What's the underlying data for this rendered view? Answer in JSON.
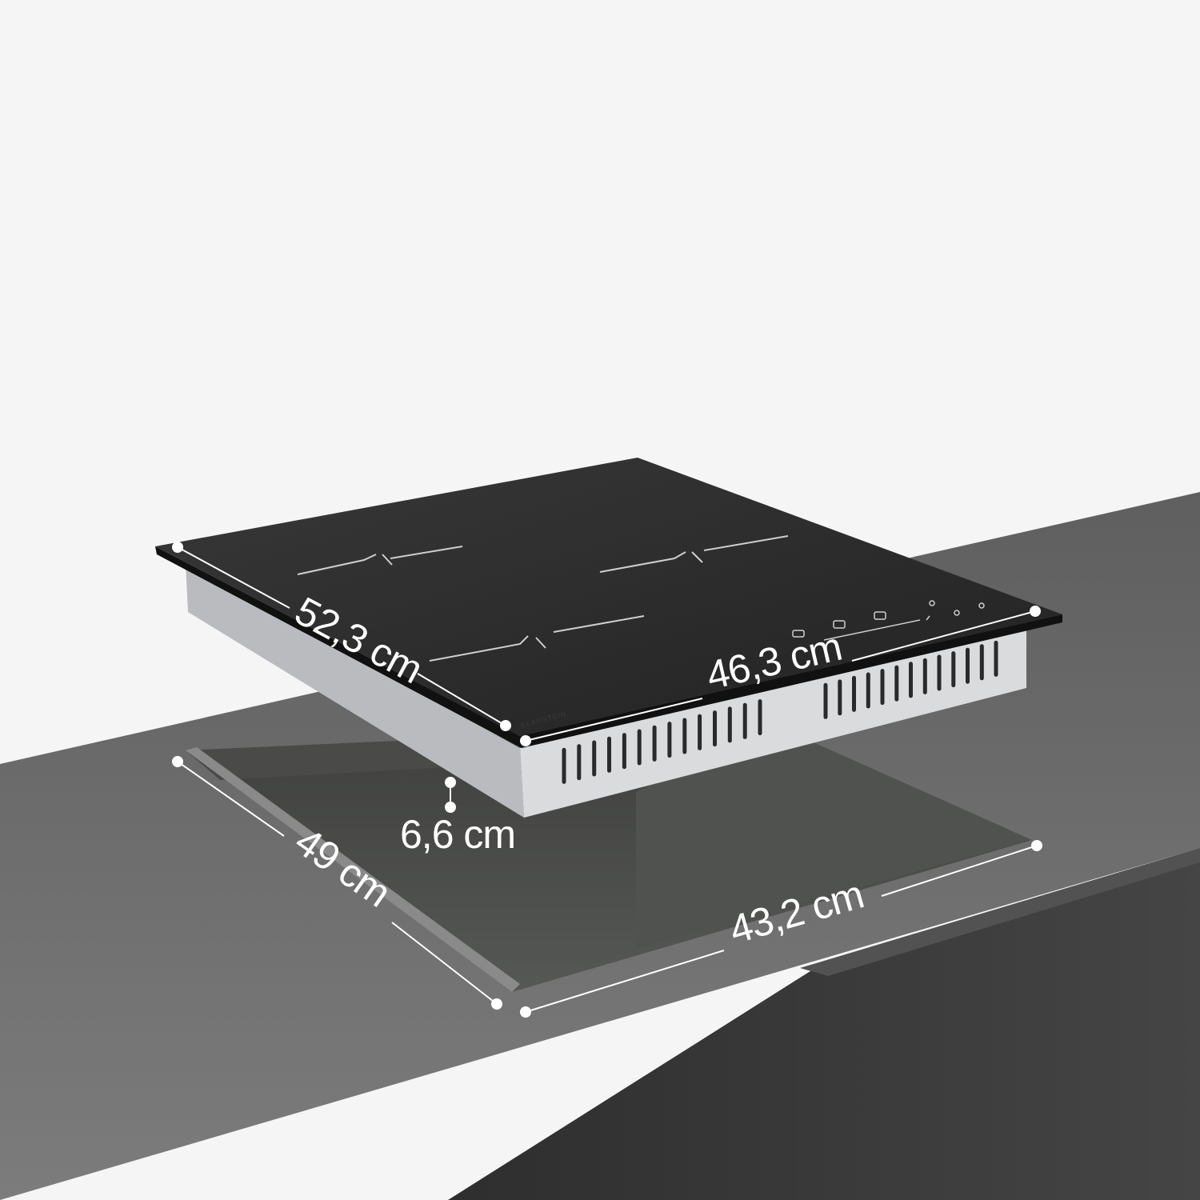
{
  "brand": "KLARSTEIN",
  "dimensions": {
    "top_left_edge": "52,3 cm",
    "top_front_edge": "46,3 cm",
    "height": "6,6 cm",
    "cutout_depth": "49 cm",
    "cutout_width": "43,2 cm"
  },
  "colors": {
    "background": "#f5f5f5",
    "countertop_top": "#6b6b6b",
    "countertop_front": "#3a3a3a",
    "glass": "#2b2b2b",
    "body": "#d7d9db",
    "dimension_lines": "#ffffff"
  }
}
